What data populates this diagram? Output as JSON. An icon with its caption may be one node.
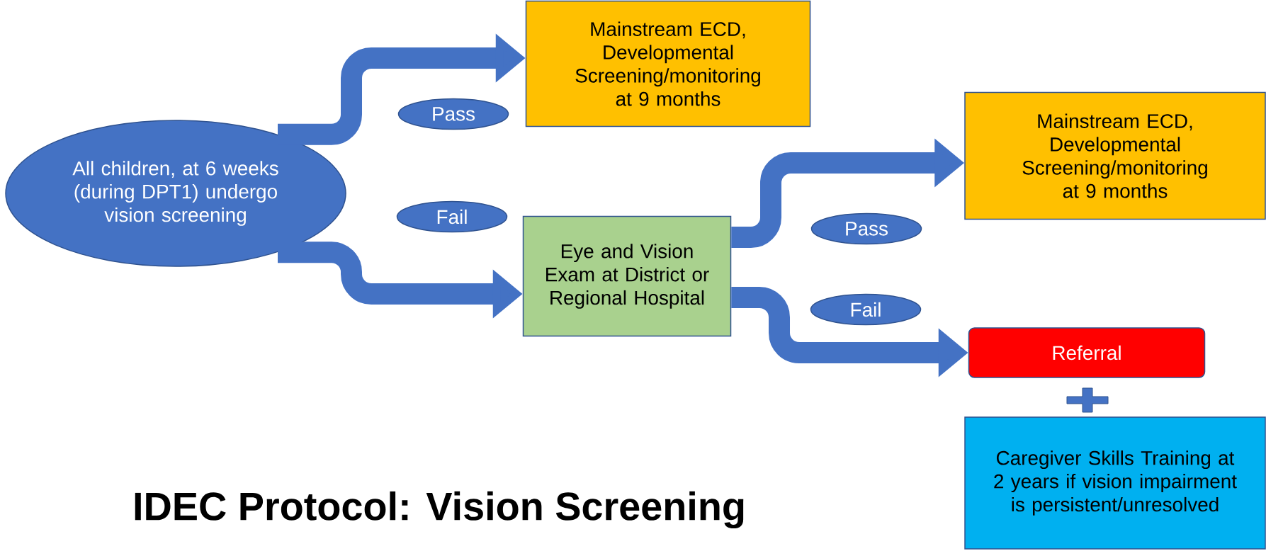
{
  "diagram": {
    "title": "IDEC Protocol: Vision Screening",
    "nodes": [
      {
        "text": [
          "All children, at 6 weeks (during DPT1) undergo vision screening"
        ]
      },
      {
        "text": [
          "Mainstream ECD, Developmental Screening/monitoring at 9 months"
        ]
      },
      {
        "text": [
          "Eye and Vision Exam at District or Regional Hospital"
        ]
      },
      {
        "text": [
          "Mainstream ECD, Developmental Screening/monitoring at 9 months"
        ]
      },
      {
        "text": [
          "Referral"
        ]
      },
      {
        "text": [
          "Caregiver Skills Training at 2 years if vision impairment is persistent/unresolved"
        ]
      }
    ],
    "edges": [
      {
        "from": 0,
        "to": 1,
        "arrow": "to",
        "label": "Pass"
      },
      {
        "from": 0,
        "to": 2,
        "arrow": "to",
        "label": "Fail"
      },
      {
        "from": 2,
        "to": 3,
        "arrow": "to",
        "label": "Pass"
      },
      {
        "from": 2,
        "to": 4,
        "arrow": "to",
        "label": "Fail"
      }
    ]
  }
}
